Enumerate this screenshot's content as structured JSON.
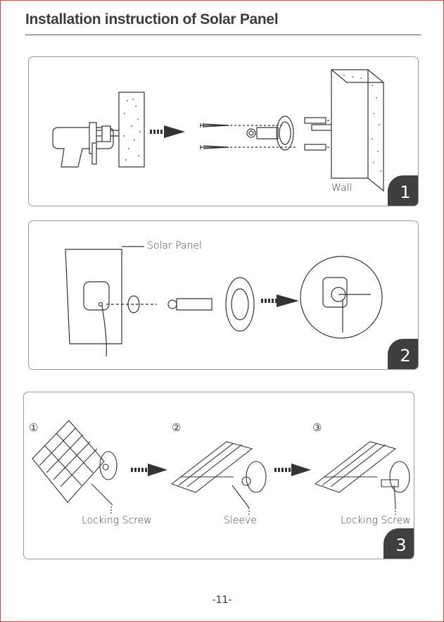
{
  "page": {
    "title": "Installation instruction of Solar Panel",
    "page_number": "-11-"
  },
  "step1": {
    "badge": "1",
    "wall_label": "Wall"
  },
  "step2": {
    "badge": "2",
    "panel_label": "Solar Panel"
  },
  "step3": {
    "badge": "3",
    "sub1_marker": "①",
    "sub2_marker": "②",
    "sub3_marker": "③",
    "label1": "Locking Screw",
    "label2": "Sleeve",
    "label3": "Locking Screw"
  }
}
